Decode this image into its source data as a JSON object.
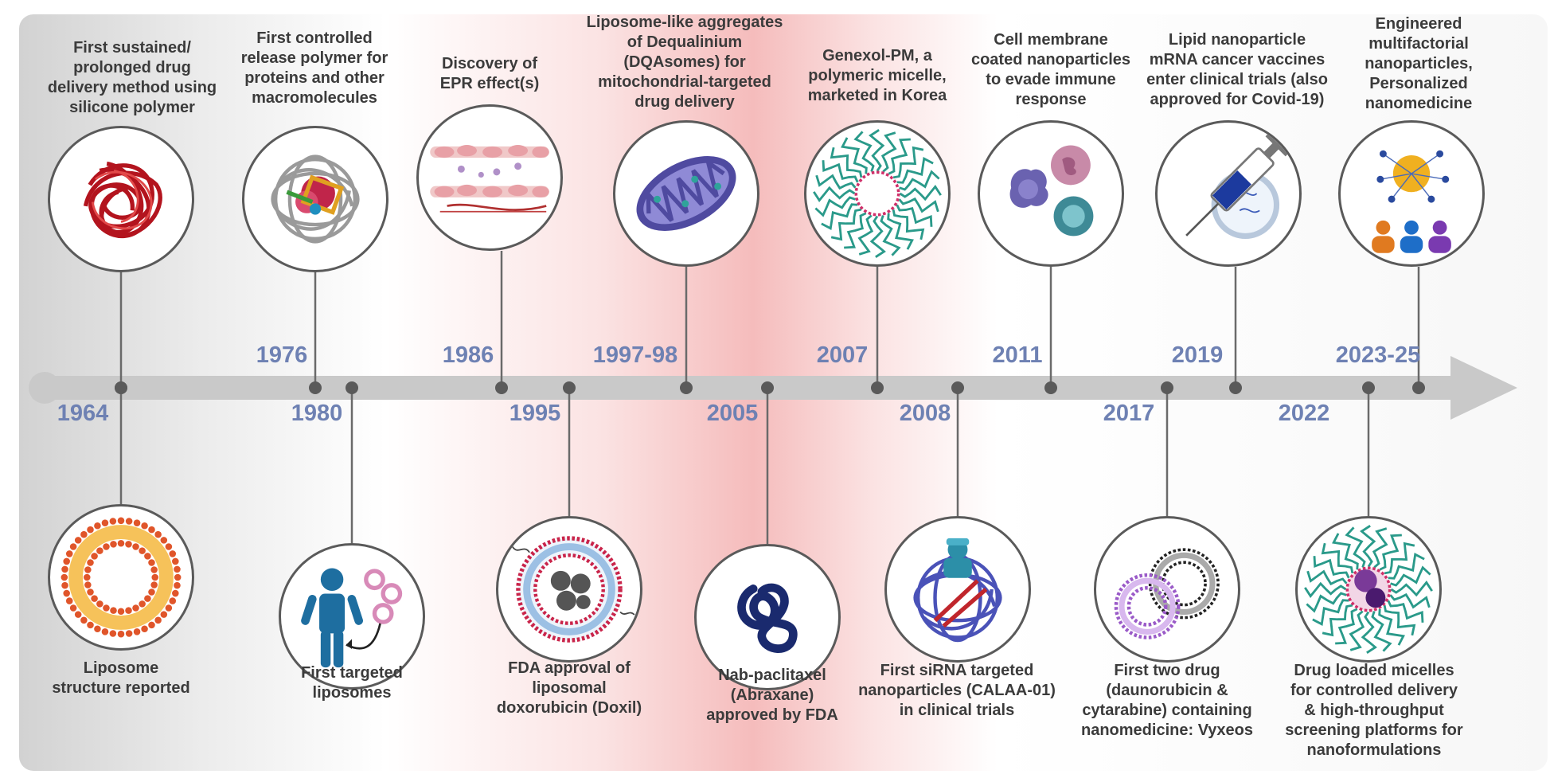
{
  "colors": {
    "year": "#6e81b3",
    "label": "#3b3b3b",
    "arrow": "#c9c9c9",
    "connector": "#6a6a6a"
  },
  "events": [
    {
      "year": "1964",
      "label": [
        "First sustained/",
        "prolonged drug",
        "delivery method using",
        "silicone polymer"
      ],
      "icon": "tangled-polymer-icon"
    },
    {
      "year": "1964",
      "label": [
        "Liposome",
        "structure reported"
      ],
      "icon": "liposome-ring-icon"
    },
    {
      "year": "1976",
      "label": [
        "First controlled",
        "release polymer for",
        "proteins and other",
        "macromolecules"
      ],
      "icon": "polymer-protein-icon"
    },
    {
      "year": "1980",
      "label": [
        "First targeted",
        "liposomes"
      ],
      "icon": "person-liposomes-icon"
    },
    {
      "year": "1986",
      "label": [
        "Discovery of",
        "EPR effect(s)"
      ],
      "icon": "blood-vessel-icon"
    },
    {
      "year": "1995",
      "label": [
        "FDA approval of",
        "liposomal",
        "doxorubicin (Doxil)"
      ],
      "icon": "doxil-liposome-icon"
    },
    {
      "year": "1997-98",
      "label": [
        "Liposome-like aggregates",
        "of Dequalinium",
        "(DQAsomes) for",
        "mitochondrial-targeted",
        "drug delivery"
      ],
      "icon": "mitochondria-icon"
    },
    {
      "year": "2005",
      "label": [
        "Nab-paclitaxel",
        "(Abraxane)",
        "approved by FDA"
      ],
      "icon": "albumin-nanoparticle-icon"
    },
    {
      "year": "2007",
      "label": [
        "Genexol-PM, a",
        "polymeric micelle,",
        "marketed in Korea"
      ],
      "icon": "polymeric-micelle-icon"
    },
    {
      "year": "2008",
      "label": [
        "First siRNA targeted",
        "nanoparticles (CALAA-01)",
        "in clinical trials"
      ],
      "icon": "sirna-nanoparticle-icon"
    },
    {
      "year": "2011",
      "label": [
        "Cell membrane",
        "coated nanoparticles",
        "to evade immune",
        "response"
      ],
      "icon": "immune-cells-icon"
    },
    {
      "year": "2017",
      "label": [
        "First two drug",
        "(daunorubicin &",
        "cytarabine) containing",
        "nanomedicine: Vyxeos"
      ],
      "icon": "dual-liposome-icon"
    },
    {
      "year": "2019",
      "label": [
        "Lipid nanoparticle",
        "mRNA cancer vaccines",
        "enter clinical trials (also",
        "approved for Covid-19)"
      ],
      "icon": "syringe-lnp-icon"
    },
    {
      "year": "2022",
      "label": [
        "Drug loaded micelles",
        "for controlled delivery",
        "& high-throughput",
        "screening platforms for",
        "nanoformulations"
      ],
      "icon": "drug-micelle-icon"
    },
    {
      "year": "2023-25",
      "label": [
        "Engineered",
        "multifactorial",
        "nanoparticles,",
        "Personalized",
        "nanomedicine"
      ],
      "icon": "personalized-nanomedicine-icon"
    }
  ]
}
